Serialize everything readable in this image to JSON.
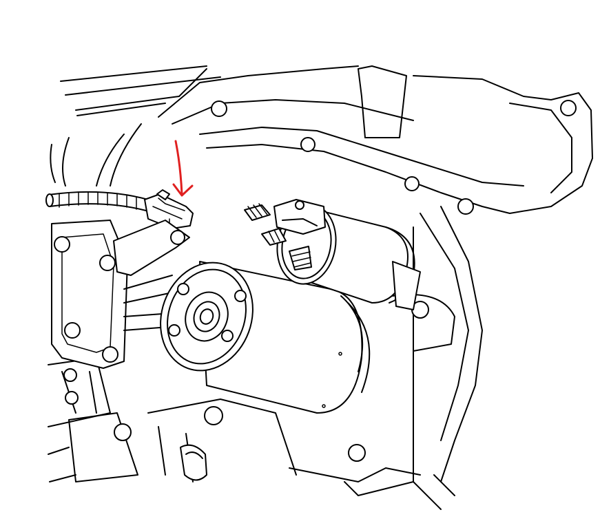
{
  "figure": {
    "subject": "starter-motor-installation-line-drawing",
    "annotation": {
      "type": "hand-drawn-arrow",
      "color": "#e02020",
      "points_to": "wiring-harness-connector"
    },
    "line_color": "#000000",
    "background": "#ffffff"
  }
}
